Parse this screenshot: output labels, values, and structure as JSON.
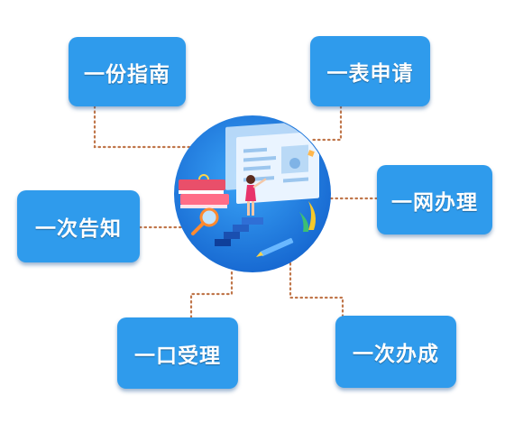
{
  "center": {
    "icon": "online-service-illustration"
  },
  "nodes": [
    {
      "id": "yifen-zhinan",
      "label": "一份指南"
    },
    {
      "id": "yibiao-shenqing",
      "label": "一表申请"
    },
    {
      "id": "yiwang-banli",
      "label": "一网办理"
    },
    {
      "id": "yici-gaozhi",
      "label": "一次告知"
    },
    {
      "id": "yikou-shouli",
      "label": "一口受理"
    },
    {
      "id": "yici-bancheng",
      "label": "一次办成"
    }
  ],
  "colors": {
    "pill": "#2f9bec",
    "connector": "#c0764a",
    "circle": "#1f7be0"
  }
}
